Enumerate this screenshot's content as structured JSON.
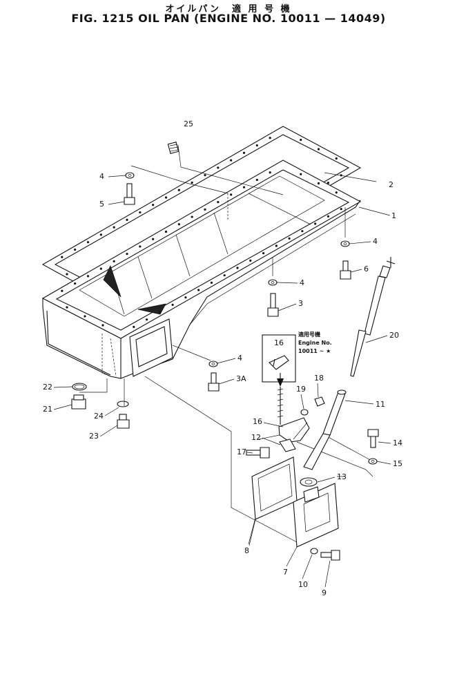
{
  "title_jp": "オイルパン　適 用 号 機",
  "title_en": "FIG. 1215  OIL PAN (ENGINE NO. 10011 — 14049)",
  "inset_note": {
    "line1": "適用号機",
    "line2": "Engine No.",
    "line3": "10011 ~ ★",
    "part": "16"
  },
  "callouts": {
    "p1": "1",
    "p2": "2",
    "p3": "3",
    "p3a": "3A",
    "p4a": "4",
    "p4b": "4",
    "p4c": "4",
    "p4d": "4",
    "p5": "5",
    "p6": "6",
    "p7": "7",
    "p8": "8",
    "p9": "9",
    "p10": "10",
    "p11": "11",
    "p12": "12",
    "p13": "13",
    "p14": "14",
    "p15": "15",
    "p16": "16",
    "p17": "17",
    "p18": "18",
    "p19": "19",
    "p20": "20",
    "p21": "21",
    "p22": "22",
    "p23": "23",
    "p24": "24",
    "p25": "25"
  }
}
